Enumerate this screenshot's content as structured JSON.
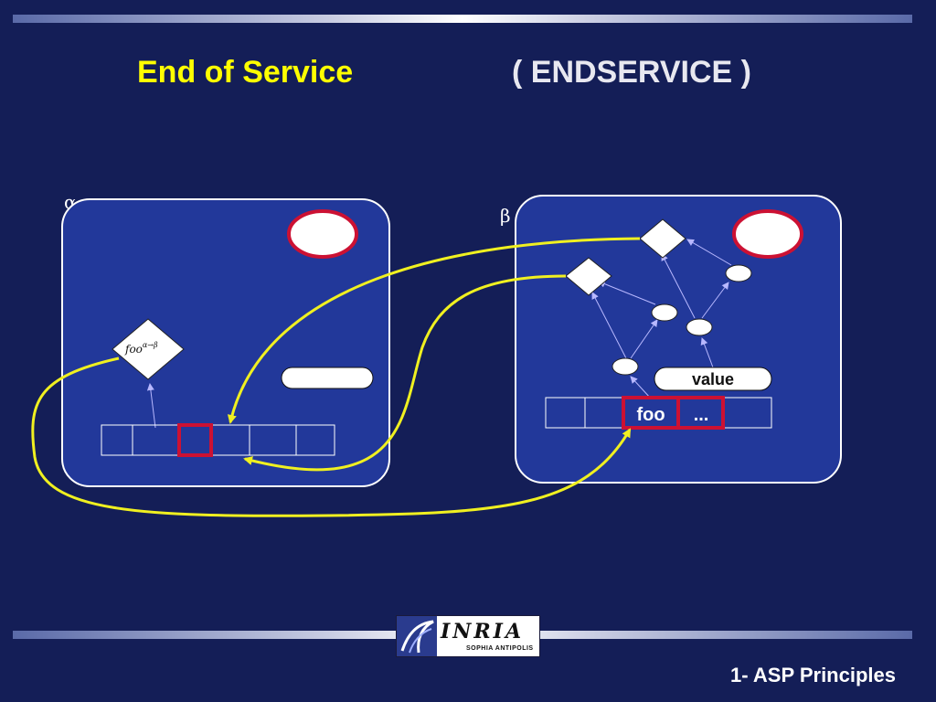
{
  "slide": {
    "title_left": "End of Service",
    "title_right": "( ENDSERVICE )",
    "footer": "1- ASP Principles"
  },
  "diagram": {
    "activity_alpha": {
      "label": "α",
      "request_label": "foo",
      "request_superscript": "α→β"
    },
    "activity_beta": {
      "label": "β",
      "value_label": "value",
      "queue_cells": [
        "foo",
        "..."
      ]
    }
  },
  "logo": {
    "name": "INRIA",
    "subtitle": "SOPHIA ANTIPOLIS"
  },
  "colors": {
    "background": "#141e57",
    "panel": "#22389a",
    "title_accent": "#ffff00",
    "arrow": "#f0f020",
    "highlight": "#cc1133"
  }
}
